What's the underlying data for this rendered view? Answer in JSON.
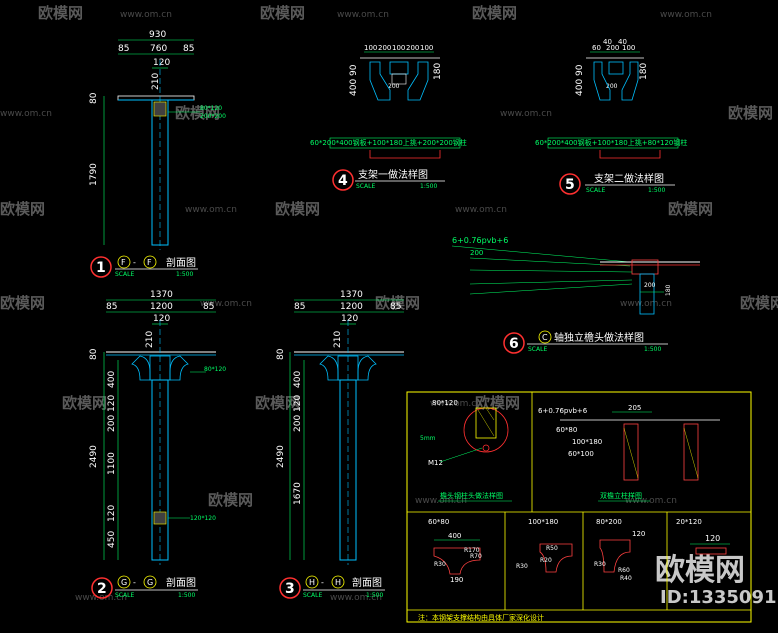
{
  "watermark": {
    "brand": "欧模网",
    "url": "www.om.cn",
    "brand_corner": "欧模网",
    "id_text": "ID:1335091"
  },
  "fig1": {
    "num": "1",
    "grid_a": "F",
    "grid_b": "F",
    "title": "剖面图",
    "scale_label": "SCALE",
    "scale": "1:500",
    "dims_top": [
      "930",
      "85",
      "760",
      "85"
    ],
    "dims_mid": [
      "120",
      "210"
    ],
    "dims_left": [
      "80",
      "1790"
    ],
    "notes": [
      "80*120",
      "200*200"
    ]
  },
  "fig2": {
    "num": "2",
    "grid_a": "G",
    "grid_b": "G",
    "title": "剖面图",
    "scale_label": "SCALE",
    "scale": "1:500",
    "dims_top": [
      "1370",
      "85",
      "1200",
      "85",
      "120",
      "210"
    ],
    "dims_left": [
      "80",
      "2490",
      "400",
      "120",
      "200",
      "1100",
      "120",
      "450"
    ],
    "notes": [
      "80*120",
      "120*120"
    ]
  },
  "fig3": {
    "num": "3",
    "grid_a": "H",
    "grid_b": "H",
    "title": "剖面图",
    "scale_label": "SCALE",
    "scale": "1:500",
    "dims_top": [
      "1370",
      "85",
      "1200",
      "85",
      "120",
      "210"
    ],
    "dims_left": [
      "80",
      "2490",
      "400",
      "120",
      "200",
      "1670"
    ]
  },
  "fig4": {
    "num": "4",
    "title": "支架一做法样图",
    "scale_label": "SCALE",
    "scale": "1:500",
    "dims": [
      "100",
      "200",
      "100",
      "200",
      "100",
      "400",
      "90",
      "180",
      "200"
    ],
    "note": "60*200*400钢板+100*180上挑+200*200钢柱"
  },
  "fig5": {
    "num": "5",
    "title": "支架二做法样图",
    "scale_label": "SCALE",
    "scale": "1:500",
    "dims": [
      "40",
      "40",
      "60",
      "200",
      "100",
      "400",
      "90",
      "180",
      "200"
    ],
    "note": "60*200*400钢板+100*180上挑+80*120钢柱"
  },
  "fig6": {
    "num": "6",
    "grid": "C",
    "title": "轴独立檐头做法样图",
    "scale_label": "SCALE",
    "scale": "1:500",
    "notes": [
      "6+0.76pvb+6",
      "200",
      "200",
      "180"
    ]
  },
  "detail_box": {
    "left_title": "檐头钢柱头做法样图",
    "right_title": "双檐立柱样图",
    "labels": [
      "80*120",
      "5mm",
      "M12",
      "6+0.76pvb+6",
      "205",
      "60*80",
      "100*180",
      "60*100"
    ],
    "small_titles": [
      "60*80",
      "100*180",
      "80*200",
      "20*120"
    ],
    "small_dims": [
      "400",
      "R170",
      "R70",
      "R30",
      "190",
      "R50",
      "R20",
      "R30",
      "120",
      "R30",
      "R60",
      "R40",
      "120"
    ],
    "footer": "注：本钢架支撑结构由具体厂家深化设计"
  }
}
